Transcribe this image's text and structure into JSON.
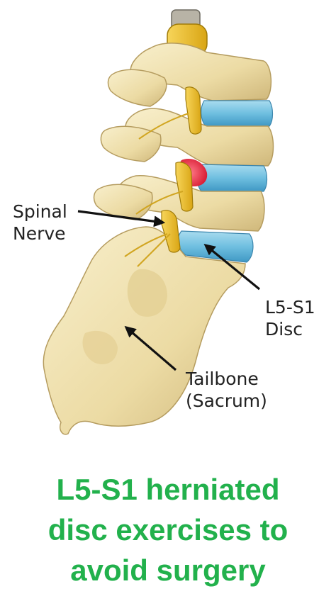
{
  "labels": {
    "spinal_nerve": [
      "Spinal",
      "Nerve"
    ],
    "disc": [
      "L5-S1",
      "Disc"
    ],
    "tailbone": [
      "Tailbone",
      "(Sacrum)"
    ]
  },
  "title_lines": [
    "L5-S1 herniated",
    "disc exercises to",
    "avoid surgery"
  ],
  "colors": {
    "bone": "#efe1ad",
    "bone_shadow": "#c9b276",
    "disc": "#7fc4e0",
    "herniation": "#e8344a",
    "nerve": "#f1c232",
    "arrow": "#111111",
    "title": "#22b14c"
  }
}
